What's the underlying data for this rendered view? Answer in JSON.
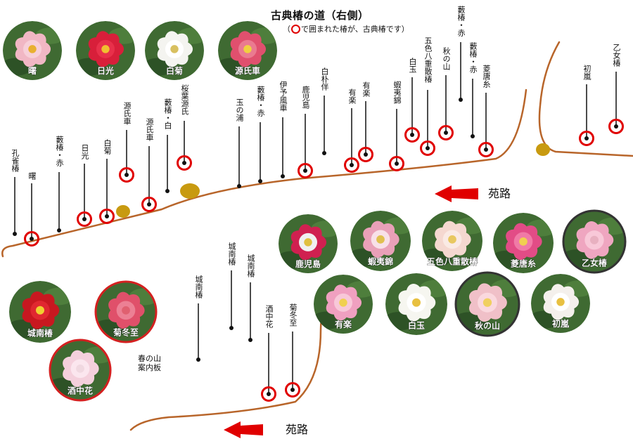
{
  "title": "古典椿の道（右側）",
  "subtitle_pre": "（",
  "subtitle_post": "で囲まれた椿が、古典椿です）",
  "route_label": "苑路",
  "sign_label": "春の山案内板",
  "colors": {
    "path": "#b8652a",
    "marker_ring": "#e00000",
    "bush": "#c89a10",
    "arrow": "#e00000",
    "photo_ring_red": "#d42020",
    "photo_ring_dark": "#333333"
  },
  "top_photos": [
    {
      "label": "曙",
      "fill": "#f1b7c4",
      "petal": "#f7cfd8",
      "center": "#e8b030"
    },
    {
      "label": "日光",
      "fill": "#d81f3a",
      "petal": "#e8304a",
      "center": "#f0c030"
    },
    {
      "label": "白菊",
      "fill": "#f4f4f0",
      "petal": "#ffffff",
      "center": "#d8c060"
    },
    {
      "label": "源氏車",
      "fill": "#e0506e",
      "petal": "#ea7a90",
      "center": "#f0d040"
    }
  ],
  "upper_labels": [
    {
      "text": "孔雀椿",
      "ring": false
    },
    {
      "text": "曙",
      "ring": true
    },
    {
      "text": "藪椿・赤",
      "ring": false
    },
    {
      "text": "日光",
      "ring": true
    },
    {
      "text": "白菊",
      "ring": true
    },
    {
      "text": "源氏車",
      "ring": true
    },
    {
      "text": "源氏車",
      "ring": true
    },
    {
      "text": "藪椿・白",
      "ring": false
    },
    {
      "text": "桜葉源氏",
      "ring": true
    },
    {
      "text": "玉の浦",
      "ring": false
    },
    {
      "text": "藪椿・赤",
      "ring": false
    },
    {
      "text": "伊予風車",
      "ring": false
    },
    {
      "text": "鹿児島",
      "ring": true
    },
    {
      "text": "白朴伴",
      "ring": false
    },
    {
      "text": "有楽",
      "ring": true
    },
    {
      "text": "有楽",
      "ring": true
    },
    {
      "text": "蝦夷錦",
      "ring": true
    },
    {
      "text": "白玉",
      "ring": true
    },
    {
      "text": "五色八重散椿",
      "ring": true
    },
    {
      "text": "秋の山",
      "ring": true
    },
    {
      "text": "藪椿・赤",
      "ring": false
    },
    {
      "text": "藪椿・赤",
      "ring": false
    },
    {
      "text": "菱唐糸",
      "ring": true
    },
    {
      "text": "初嵐",
      "ring": true
    },
    {
      "text": "乙女椿",
      "ring": true
    }
  ],
  "middle_photos": [
    {
      "label": "鹿児島",
      "fill": "#d02050",
      "petal": "#f0f0f0",
      "center": "#e0c040"
    },
    {
      "label": "蝦夷錦",
      "fill": "#e9a0b8",
      "petal": "#f8e0e8",
      "center": "#e0c050"
    },
    {
      "label": "五色八重散椿",
      "fill": "#f5d8d0",
      "petal": "#faeae4",
      "center": "#e8c860"
    },
    {
      "label": "菱唐糸",
      "fill": "#e24c86",
      "petal": "#f07aa6",
      "center": "#f0d050"
    },
    {
      "label": "乙女椿",
      "fill": "#efa6c0",
      "petal": "#f8c8d8",
      "center": "#e8b0c0"
    },
    {
      "label": "有楽",
      "fill": "#f0a0c0",
      "petal": "#f8c8d8",
      "center": "#f0d050"
    },
    {
      "label": "白玉",
      "fill": "#f6f6f0",
      "petal": "#ffffff",
      "center": "#e8c040"
    },
    {
      "label": "秋の山",
      "fill": "#f0c0c8",
      "petal": "#fad8de",
      "center": "#f0d060"
    },
    {
      "label": "初嵐",
      "fill": "#f4f0ec",
      "petal": "#ffffff",
      "center": "#e8c040"
    }
  ],
  "lower_photos": [
    {
      "label": "城南椿",
      "fill": "#c81820",
      "petal": "#e02830",
      "center": "#f0d030"
    },
    {
      "label": "菊冬至",
      "fill": "#e0506a",
      "petal": "#ec8094",
      "center": "#e06070"
    },
    {
      "label": "酒中花",
      "fill": "#f4d0dc",
      "petal": "#fbe6ee",
      "center": "#f0d8e0"
    }
  ],
  "lower_labels": [
    {
      "text": "城南椿",
      "ring": false
    },
    {
      "text": "城南椿",
      "ring": false
    },
    {
      "text": "城南椿",
      "ring": false
    },
    {
      "text": "酒中花",
      "ring": true
    },
    {
      "text": "菊冬至",
      "ring": true
    }
  ]
}
